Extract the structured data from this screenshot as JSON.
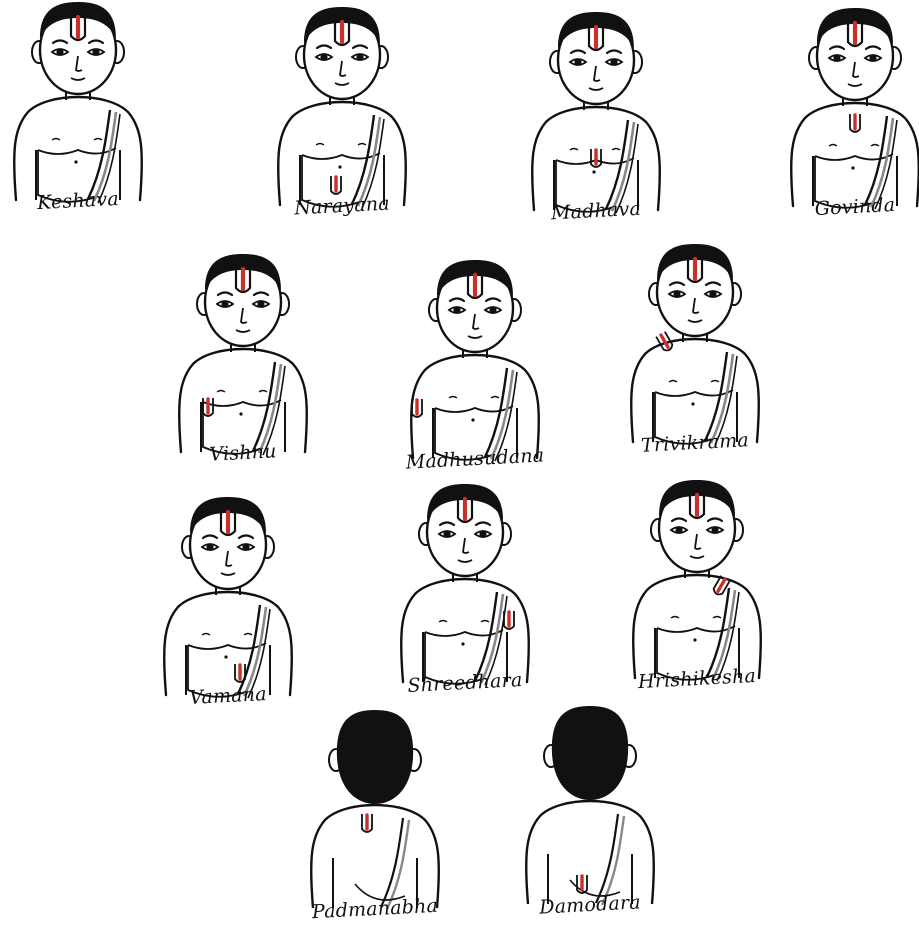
{
  "colors": {
    "ink": "#111111",
    "tilak": "#c8302b",
    "skin": "#ffffff",
    "background": "#ffffff"
  },
  "figures": [
    {
      "name": "Keshava",
      "view": "front",
      "marks": [
        "forehead"
      ]
    },
    {
      "name": "Narayana",
      "view": "front",
      "marks": [
        "forehead",
        "navel"
      ]
    },
    {
      "name": "Madhava",
      "view": "front",
      "marks": [
        "forehead",
        "chest"
      ]
    },
    {
      "name": "Govinda",
      "view": "front",
      "marks": [
        "forehead",
        "throat"
      ]
    },
    {
      "name": "Vishnu",
      "view": "front",
      "marks": [
        "forehead",
        "right-belly"
      ]
    },
    {
      "name": "Madhusudana",
      "view": "front",
      "marks": [
        "forehead",
        "right-arm"
      ]
    },
    {
      "name": "Trivikrama",
      "view": "front",
      "marks": [
        "forehead",
        "right-shoulder"
      ]
    },
    {
      "name": "Vamana",
      "view": "front",
      "marks": [
        "forehead",
        "left-belly"
      ]
    },
    {
      "name": "Shreedhara",
      "view": "front",
      "marks": [
        "forehead",
        "left-arm"
      ]
    },
    {
      "name": "Hrishikesha",
      "view": "front",
      "marks": [
        "forehead",
        "left-shoulder"
      ]
    },
    {
      "name": "Padmanabha",
      "view": "back",
      "marks": [
        "upper-back"
      ]
    },
    {
      "name": "Damodara",
      "view": "back",
      "marks": [
        "lower-back"
      ]
    }
  ]
}
